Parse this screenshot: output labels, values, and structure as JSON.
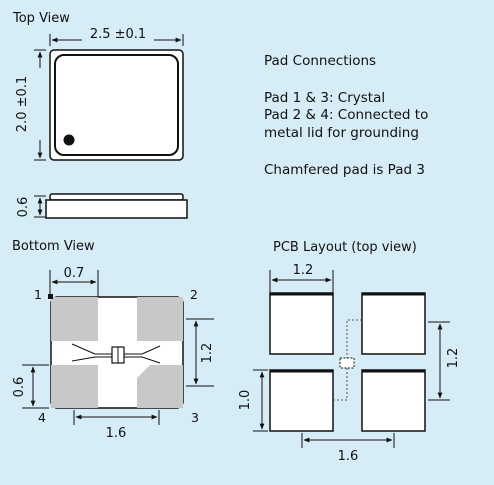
{
  "views": {
    "top_view": "Top View",
    "bottom_view": "Bottom View",
    "pcb_layout": "PCB Layout (top view)"
  },
  "dimensions": {
    "top_width": "2.5 ±0.1",
    "top_height": "2.0 ±0.1",
    "side_thickness": "0.6",
    "bottom_pad_width": "0.7",
    "bottom_pad_pitch_v": "1.2",
    "bottom_pad_height": "0.6",
    "bottom_pad_pitch_h": "1.6",
    "pcb_pad_width": "1.2",
    "pcb_pad_pitch_v": "1.2",
    "pcb_pad_height": "1.0",
    "pcb_pad_pitch_h": "1.6"
  },
  "pad_numbers": {
    "p1": "1",
    "p2": "2",
    "p3": "3",
    "p4": "4"
  },
  "notes": {
    "heading": "Pad Connections",
    "line1": "Pad 1 & 3: Crystal",
    "line2a": "Pad 2 & 4: Connected to",
    "line2b": "metal lid for grounding",
    "line3": "Chamfered pad is Pad 3"
  },
  "colors": {
    "background": "#d6ecf7",
    "pad_fill": "#c8c8c8",
    "package_fill": "#ffffff",
    "line": "#111111",
    "guide_dotted": "#555555"
  }
}
